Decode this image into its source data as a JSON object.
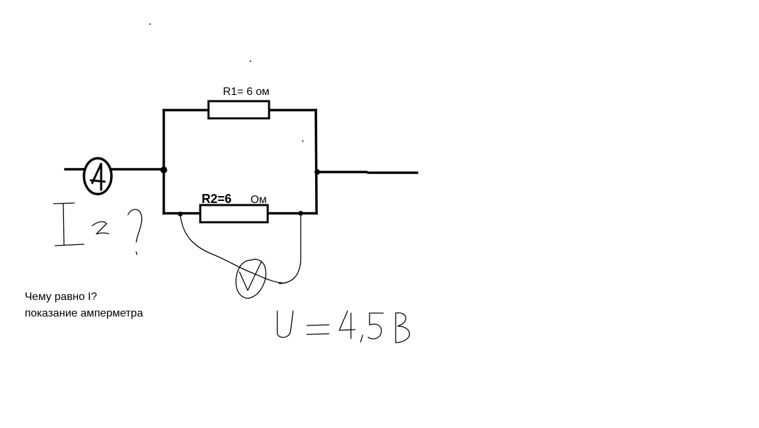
{
  "labels": {
    "r1": "R1= 6 ом",
    "r2": "R2=6",
    "r2_unit": "Ом",
    "ammeter_letter": "A",
    "voltmeter_letter": "V",
    "current_note": "I = ?",
    "voltage_note": "U = 4,5 B"
  },
  "question": {
    "line1": "Чему равно I?",
    "line2": "показание амперметра"
  },
  "colors": {
    "ink": "#000000",
    "background": "#ffffff"
  }
}
